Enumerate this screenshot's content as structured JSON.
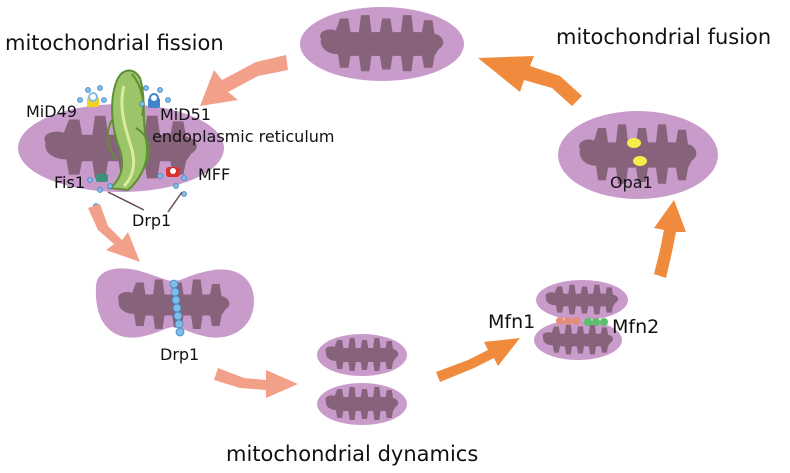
{
  "labels": {
    "fission_title": "mitochondrial fission",
    "fusion_title": "mitochondrial fusion",
    "dynamics_title": "mitochondrial dynamics",
    "mid49": "MiD49",
    "mid51": "MiD51",
    "er": "endoplasmic reticulum",
    "fis1": "Fis1",
    "mff": "MFF",
    "drp1_top": "Drp1",
    "drp1_mid": "Drp1",
    "mfn1": "Mfn1",
    "mfn2": "Mfn2",
    "opa1": "Opa1"
  },
  "colors": {
    "mito_outer": "#c99bcb",
    "mito_matrix": "#86637a",
    "fission_arrow": "#f2a08a",
    "fusion_arrow": "#f08a3c",
    "er_green": "#9cc56a",
    "drp1_blue": "#7fbde6",
    "opa1_yellow": "#f7ec4a",
    "mfn1_pink": "#e68c78",
    "mfn2_green": "#5cbf6a",
    "mid49_yellow": "#f4d21f",
    "mid51_blue": "#3f86c9",
    "mff_red": "#d7332b",
    "fis1_teal": "#3e8f7b"
  }
}
